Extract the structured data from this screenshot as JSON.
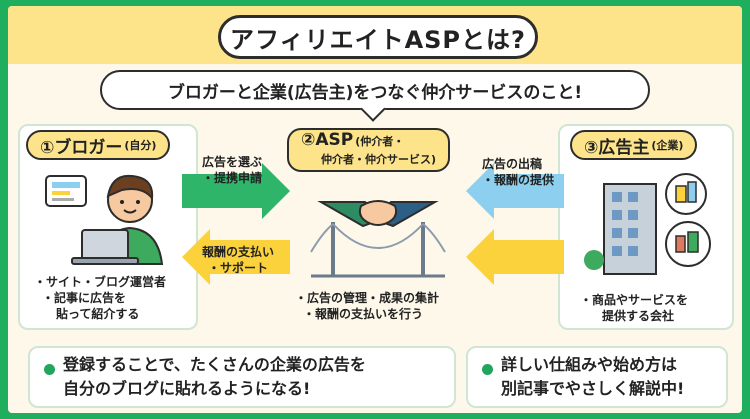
{
  "title": "アフィリエイトASPとは?",
  "subtitle": "ブロガーと企業(広告主)をつなぐ仲介サービスのこと!",
  "panels": {
    "blogger": {
      "heading": "①ブロガー",
      "heading_sub": "(自分)",
      "lines": [
        "・サイト・ブログ運営者",
        "・記事に広告を",
        "貼って紹介する"
      ]
    },
    "asp": {
      "heading": "②ASP",
      "heading_sub": "(仲介者・",
      "heading_line2": "仲介者・仲介サービス)",
      "lines": [
        "・広告の管理・成果の集計",
        "・報酬の支払いを行う"
      ]
    },
    "advertiser": {
      "heading": "③広告主",
      "heading_sub": "(企業)",
      "lines": [
        "・商品やサービスを",
        "提供する会社"
      ]
    }
  },
  "arrows": {
    "blogger_to_asp": [
      "広告を選ぶ",
      "・提携申請"
    ],
    "asp_to_blogger": [
      "報酬の支払い",
      "・サポート"
    ],
    "advertiser_to_asp": [
      "広告の出稿",
      "・報酬の提供"
    ]
  },
  "notes": {
    "left": [
      "登録することで、たくさんの企業の広告を",
      "自分のブログに貼れるようになる!"
    ],
    "right": [
      "詳しい仕組みや始め方は",
      "別記事でやさしく解説中!"
    ]
  },
  "colors": {
    "background": "#1fae5e",
    "accent_yellow": "#fde48a",
    "arrow_green": "#2eb56a",
    "arrow_yellow": "#fbd23c",
    "arrow_blue": "#8ccfee"
  }
}
